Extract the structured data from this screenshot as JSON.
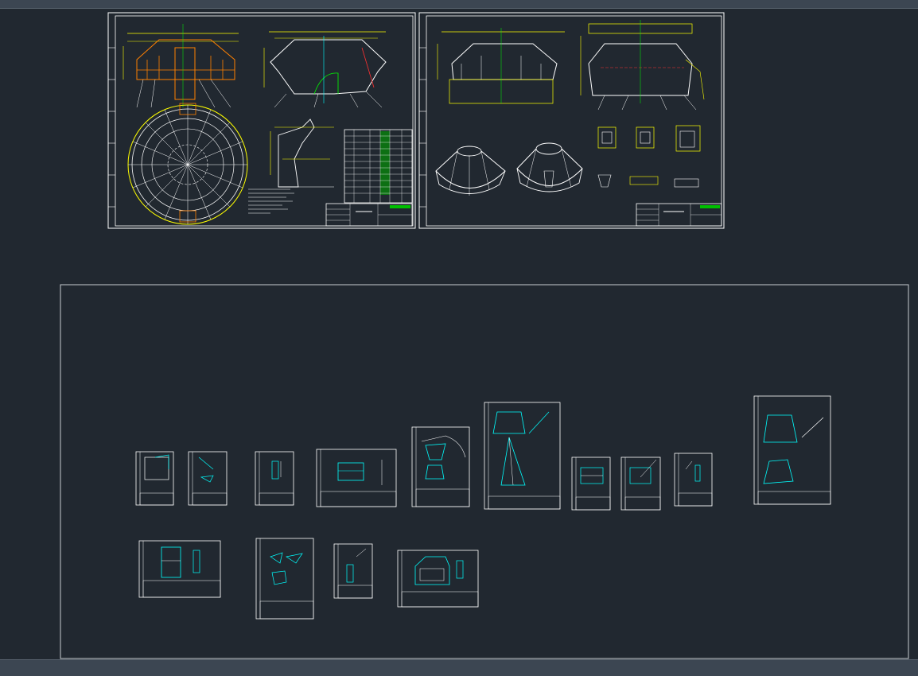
{
  "app": {
    "background_color": "#212830",
    "chrome_color": "#3c4652"
  },
  "drawing": {
    "line_colors": {
      "frame": "#ffffff",
      "dimension": "#ffff00",
      "section": "#00ffff",
      "highlight": "#ff8000",
      "table_fill": "#00c000",
      "accent_red": "#ff3030"
    },
    "sheets": [
      {
        "id": "sheet-assembly-plan",
        "kind": "large"
      },
      {
        "id": "sheet-assembly-views",
        "kind": "large"
      },
      {
        "id": "detail-1",
        "kind": "small"
      },
      {
        "id": "detail-2",
        "kind": "small"
      },
      {
        "id": "detail-3",
        "kind": "small"
      },
      {
        "id": "detail-4",
        "kind": "small"
      },
      {
        "id": "detail-5",
        "kind": "small"
      },
      {
        "id": "detail-6",
        "kind": "small"
      },
      {
        "id": "detail-7",
        "kind": "small"
      },
      {
        "id": "detail-8",
        "kind": "small"
      },
      {
        "id": "detail-9",
        "kind": "small"
      },
      {
        "id": "detail-10",
        "kind": "small"
      },
      {
        "id": "detail-11",
        "kind": "small"
      },
      {
        "id": "detail-12",
        "kind": "small"
      },
      {
        "id": "detail-13",
        "kind": "small"
      },
      {
        "id": "detail-14",
        "kind": "small"
      }
    ]
  }
}
